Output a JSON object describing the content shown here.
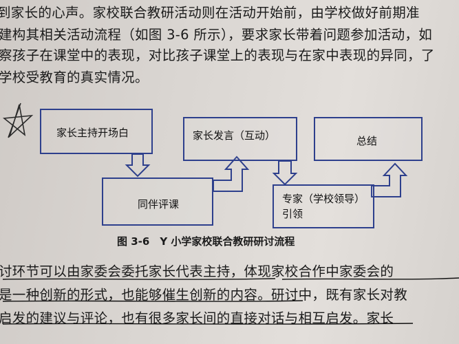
{
  "paragraph_top": [
    "到家长的心声。家校联合教研活动则在活动开始前，由学校做好前期准",
    "建构其相关活动流程（如图 3-6 所示），要求家长带着问题参加活动，如",
    "察孩子在课堂中的表现，对比孩子课堂上的表现与在家中表现的异同，了",
    "学校受教育的真实情况。"
  ],
  "figure": {
    "boxes": [
      "家长主持开场白",
      "同伴评课",
      "家长发言（互动）",
      "专家（学校领导）",
      "引领",
      "总结"
    ],
    "caption": "图 3-6　Y 小学家校联合教研研讨流程"
  },
  "paragraph_bottom": [
    "讨环节可以由家委会委托家长代表主持，体现家校合作中家委会的",
    "是一种创新的形式，也能够催生创新的内容。研讨中，既有家长对教",
    "启发的建议与评论，也有很多家长间的直接对话与相互启发。家长"
  ]
}
